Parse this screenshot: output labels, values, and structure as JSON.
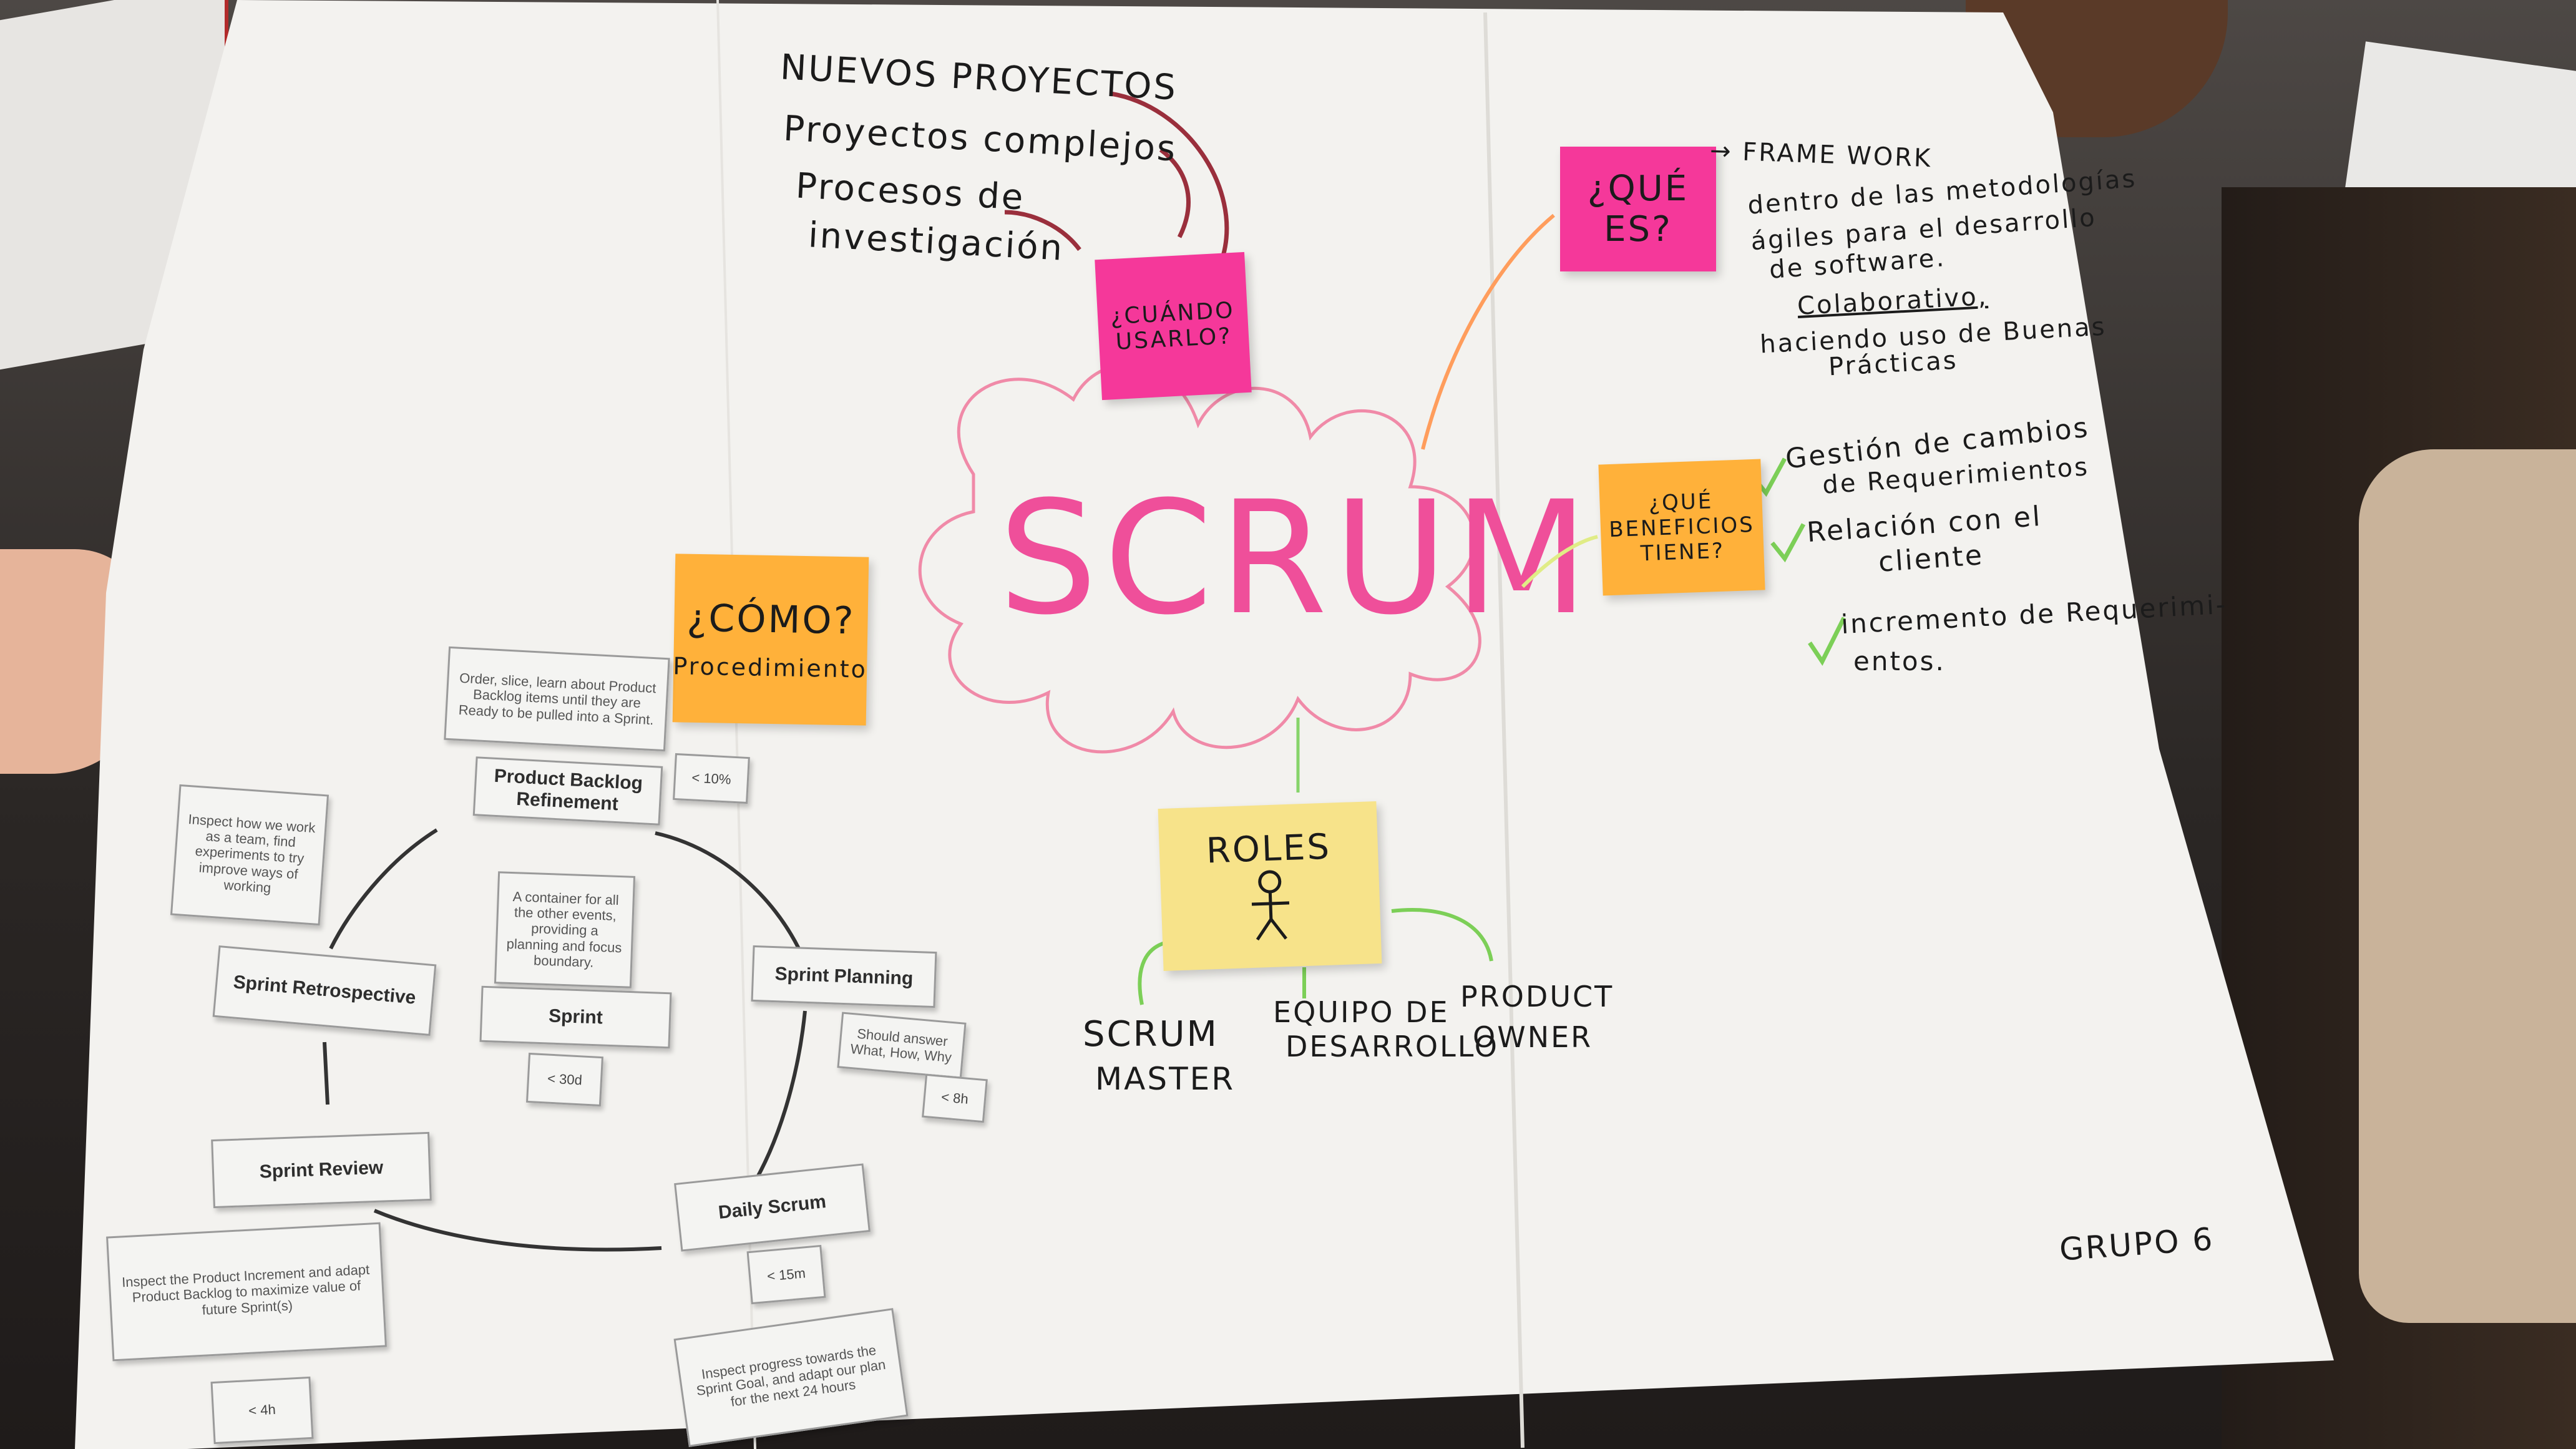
{
  "colors": {
    "paper": "#f3f2ef",
    "pink_note": "#f5389a",
    "orange_note": "#ffb13a",
    "yellow_note": "#f7e38a",
    "scrum_marker": "#ef4f9a",
    "dark_red_arrows": "#9a2f3c",
    "green_arrows": "#7ccf57"
  },
  "center": {
    "title": "SCRUM"
  },
  "when": {
    "note": "¿CUÁNDO USARLO?",
    "items": [
      "NUEVOS PROYECTOS",
      "Proyectos complejos",
      "Procesos de",
      "investigación"
    ]
  },
  "what": {
    "note": "¿QUÉ ES?",
    "lines": [
      "→ FRAME WORK",
      "dentro de las metodologías",
      "ágiles para el desarrollo",
      "de software.",
      "Colaborativo,",
      "haciendo uso de Buenas",
      "Prácticas"
    ]
  },
  "benefits": {
    "note": "¿QUÉ BENEFICIOS TIENE?",
    "items": [
      "Gestión de cambios",
      "de Requerimientos",
      "Relación con el",
      "cliente",
      "incremento de Requerimi-",
      "entos."
    ]
  },
  "how": {
    "note_line1": "¿CÓMO?",
    "note_line2": "Procedimiento"
  },
  "roles": {
    "note": "ROLES",
    "items": [
      "SCRUM",
      "MASTER",
      "EQUIPO DE",
      "DESARROLLO",
      "PRODUCT",
      "OWNER"
    ]
  },
  "cycle": {
    "refinement_desc": "Order, slice, learn about Product Backlog items until they are Ready to be pulled into a Sprint.",
    "refinement": "Product Backlog Refinement",
    "refinement_time": "< 10%",
    "retro_desc": "Inspect how we work as a team, find experiments to try improve ways of working",
    "sprint_desc": "A container for all the other events, providing a planning and focus boundary.",
    "sprint_planning": "Sprint Planning",
    "retrospective": "Sprint Retrospective",
    "sprint": "Sprint",
    "planning_desc": "Should answer What, How, Why",
    "sprint_time": "< 30d",
    "planning_time": "< 8h",
    "review": "Sprint Review",
    "daily": "Daily Scrum",
    "review_desc": "Inspect the Product Increment and adapt Product Backlog to maximize value of future Sprint(s)",
    "daily_time": "< 15m",
    "daily_desc": "Inspect progress towards the Sprint Goal, and adapt our plan for the next 24 hours",
    "review_time": "< 4h"
  },
  "footer": {
    "group": "GRUPO 6"
  }
}
